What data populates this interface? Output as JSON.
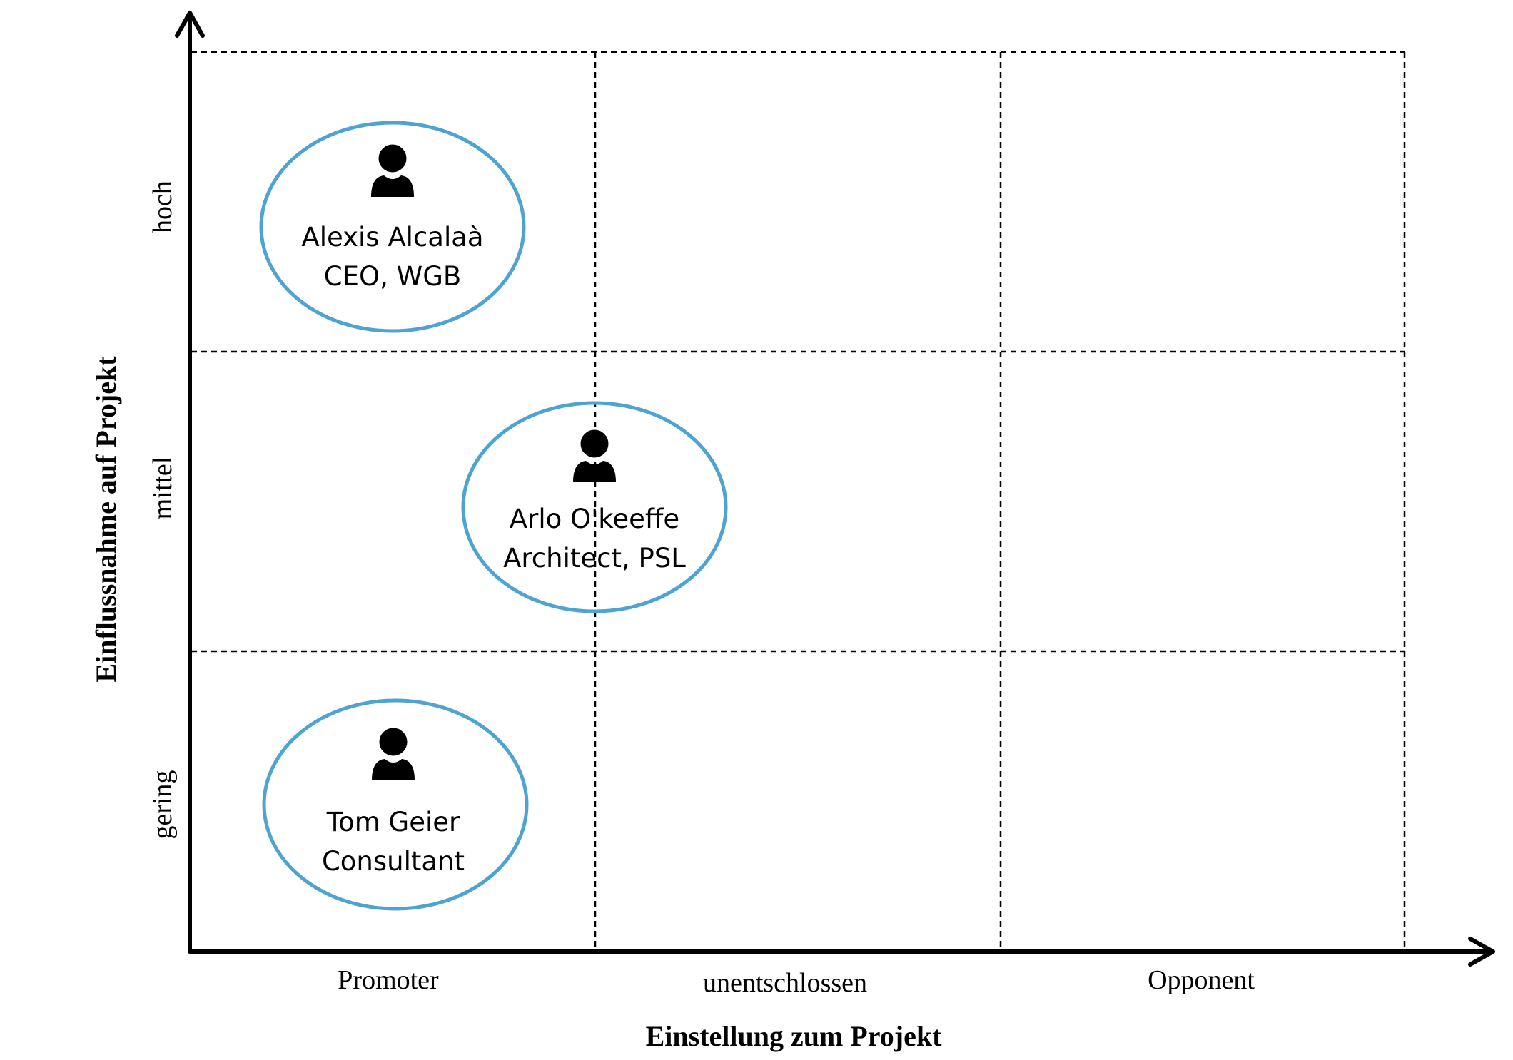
{
  "diagram": {
    "x_axis_title": "Einstellung zum Projekt",
    "y_axis_title": "Einflussnahme auf Projekt",
    "columns": [
      "Promoter",
      "unentschlossen",
      "Opponent"
    ],
    "rows": [
      "hoch",
      "mittel",
      "gering"
    ],
    "stakeholders": [
      {
        "name": "Alexis Alcalaà",
        "role": "CEO, WGB",
        "icon": "person-icon",
        "column": "Promoter",
        "row": "hoch"
      },
      {
        "name": "Arlo O'keeffe",
        "role": "Architect, PSL",
        "icon": "person-icon",
        "column": "Promoter / unentschlossen",
        "row": "mittel"
      },
      {
        "name": "Tom Geier",
        "role": "Consultant",
        "icon": "person-icon",
        "column": "Promoter",
        "row": "gering"
      }
    ],
    "colors": {
      "ellipse_stroke": "#4fa3d1",
      "lines": "#000000"
    }
  }
}
